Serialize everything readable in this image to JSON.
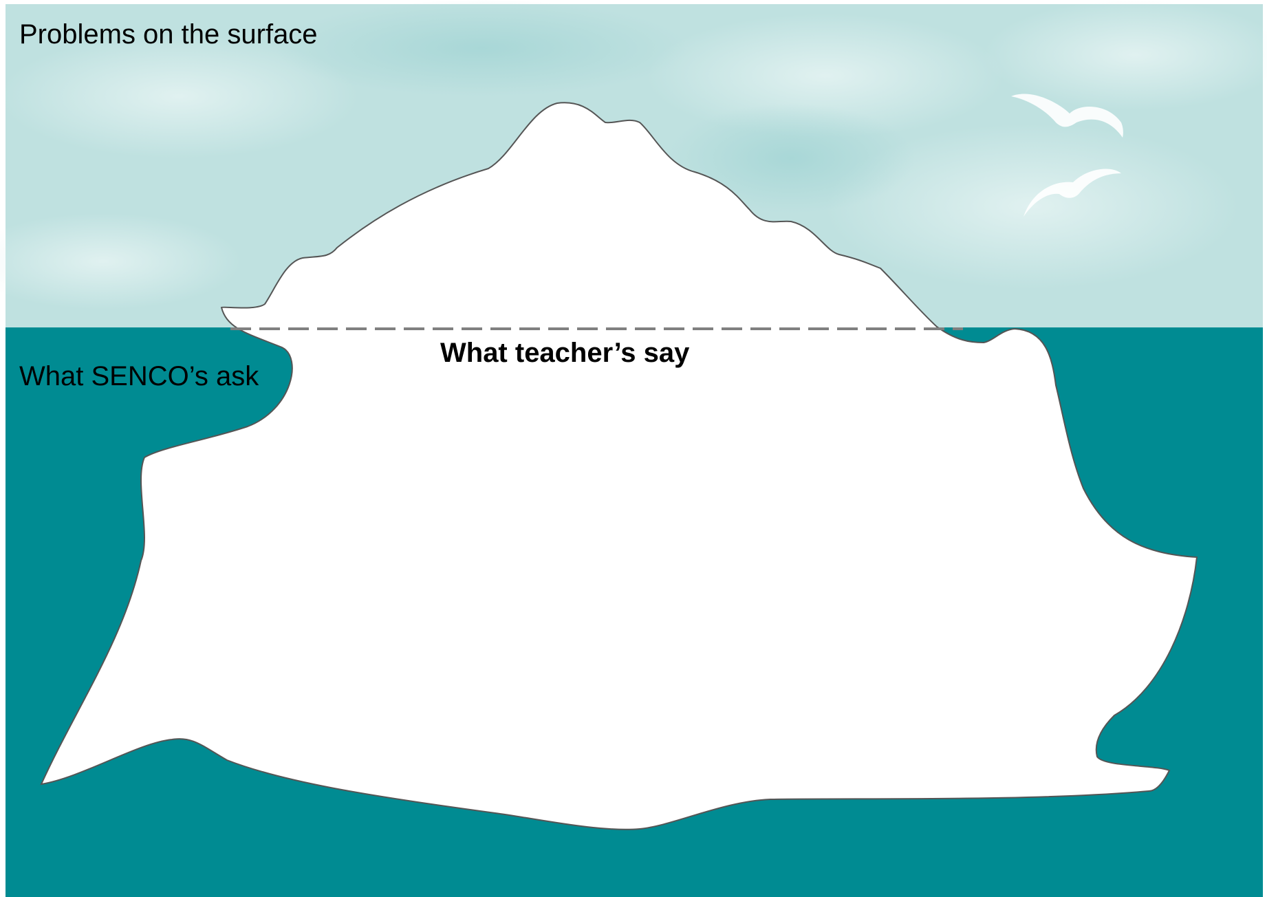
{
  "labels": {
    "above_water": "Problems on the surface",
    "below_water": "What SENCO’s ask",
    "waterline": "What teacher’s say"
  },
  "colors": {
    "sky": "#bfe1e0",
    "sea": "#008b92",
    "iceberg": "#ffffff",
    "outline": "#555555",
    "waterline_dash": "#808080",
    "birds": "#ffffff"
  },
  "icons": [
    "seagull-icon",
    "seagull-icon"
  ]
}
